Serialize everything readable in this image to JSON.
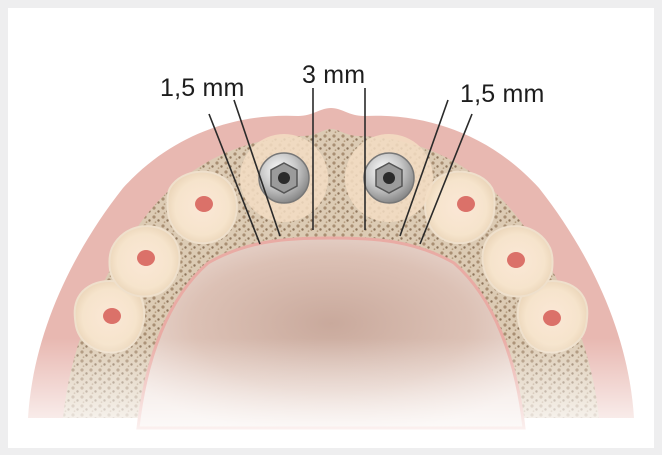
{
  "labels": {
    "left": "1,5 mm",
    "center": "3 mm",
    "right": "1,5 mm"
  },
  "colors": {
    "background": "#eeeeef",
    "gingiva": "#e7b5ae",
    "bone": "#d8c6ae",
    "tooth_root": "#f8ead8",
    "pulp": "#d9706a",
    "palate": "#dec2b6",
    "implant": "#c4c4c4"
  },
  "icons": [
    "implant-icon"
  ]
}
